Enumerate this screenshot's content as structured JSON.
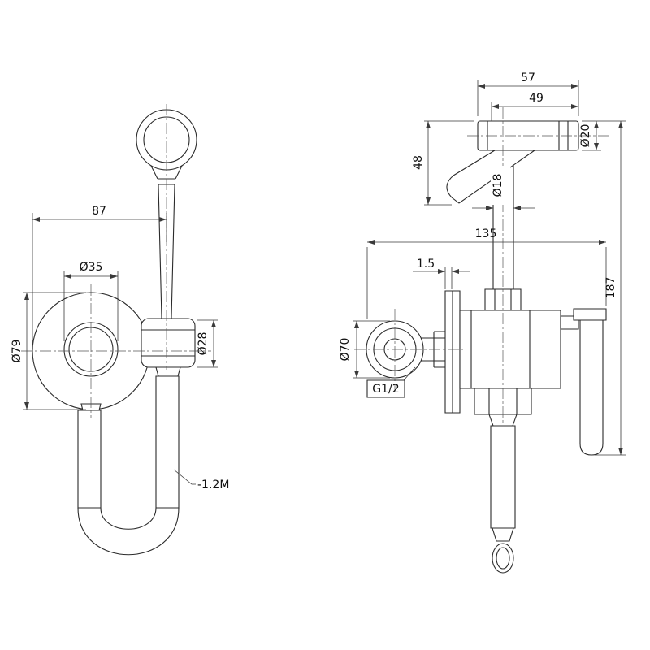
{
  "dimensions": {
    "front_view": {
      "width_87": "87",
      "dia_35": "Ø35",
      "dia_79": "Ø79",
      "dia_28": "Ø28",
      "hose_length_label": "-1.2M"
    },
    "side_view": {
      "width_57": "57",
      "width_49": "49",
      "height_48": "48",
      "dia_20": "Ø20",
      "dia_18": "Ø18",
      "width_135": "135",
      "height_187": "187",
      "plate_gap": "1.5",
      "dia_70": "Ø70",
      "thread": "G1/2"
    }
  }
}
